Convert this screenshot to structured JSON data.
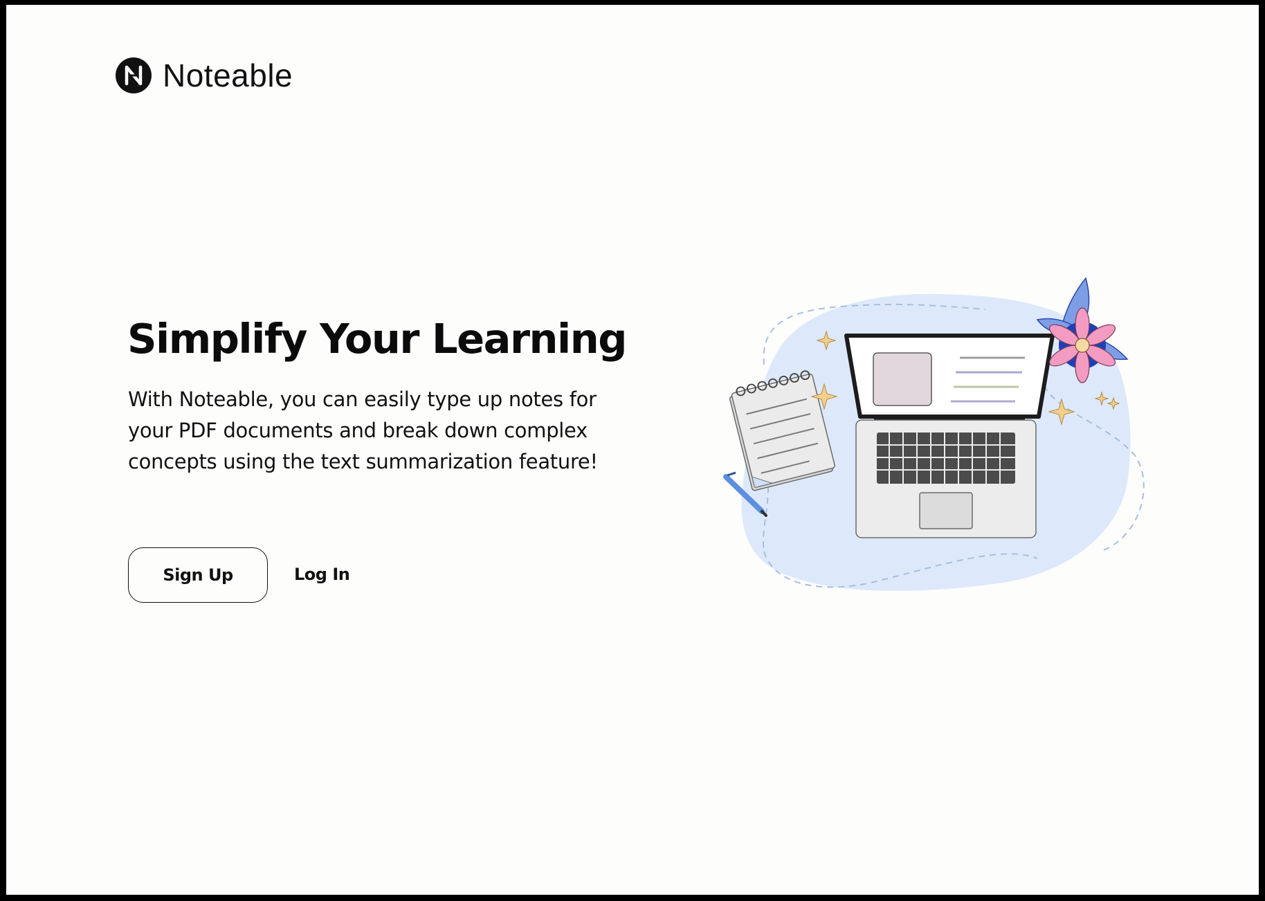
{
  "brand": {
    "name": "Noteable",
    "logo_letter": "N"
  },
  "hero": {
    "headline": "Simplify Your Learning",
    "description": "With Noteable, you can easily type up notes for your PDF documents and break down complex concepts using the text summarization feature!"
  },
  "actions": {
    "signup_label": "Sign Up",
    "login_label": "Log In"
  },
  "illustration": {
    "icon": "laptop-notebook-flower-illustration",
    "colors": {
      "blob": "#dde9fa",
      "dashed_line": "#a9bde0",
      "flower_petal": "#f49bc1",
      "flower_leaf": "#4d74d6",
      "sparkle": "#f3cf8a",
      "pen": "#5b8fe0",
      "laptop_body": "#e9e9ea",
      "keyboard": "#4b4b4b"
    }
  },
  "colors": {
    "background": "#fdfdfc",
    "frame": "#000000",
    "text": "#111111"
  }
}
